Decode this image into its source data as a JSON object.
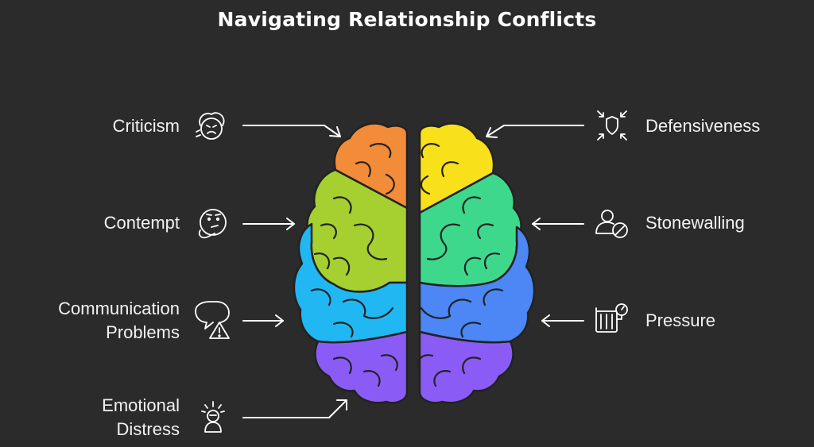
{
  "title": "Navigating Relationship Conflicts",
  "colors": {
    "background": "#2b2b2b",
    "orange": "#f28c38",
    "yellow": "#f8e01a",
    "lime": "#a5d030",
    "green": "#3ed88c",
    "cyan": "#21b7f2",
    "blue": "#4d86f5",
    "purple": "#8a5cf5"
  },
  "left_items": [
    {
      "label": "Criticism",
      "icon": "criticism-face-icon"
    },
    {
      "label": "Contempt",
      "icon": "thinking-face-icon"
    },
    {
      "label": "Communication Problems",
      "line1": "Communication",
      "line2": "Problems",
      "icon": "chat-warning-icon"
    },
    {
      "label": "Emotional Distress",
      "line1": "Emotional",
      "line2": "Distress",
      "icon": "distressed-person-icon"
    }
  ],
  "right_items": [
    {
      "label": "Defensiveness",
      "icon": "shield-arrows-icon"
    },
    {
      "label": "Stonewalling",
      "icon": "person-blocked-icon"
    },
    {
      "label": "Pressure",
      "icon": "pressure-gauge-icon"
    }
  ]
}
